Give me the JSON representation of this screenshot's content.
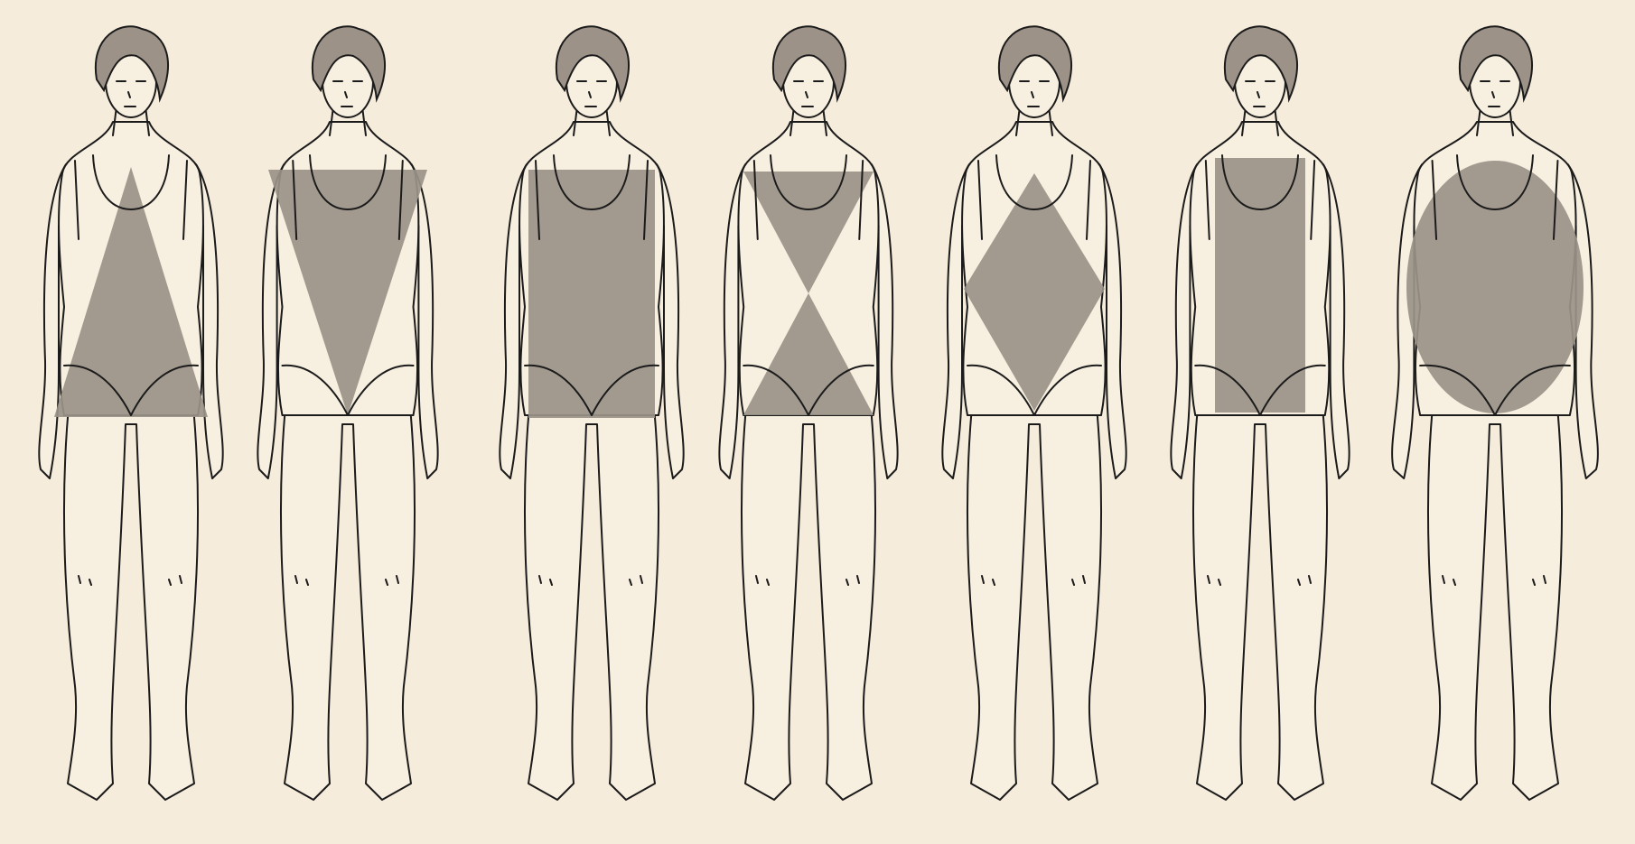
{
  "colors": {
    "background": "#f6ecdb",
    "figure_fill": "#f7efdf",
    "shape_overlay": "#9a9288",
    "line": "#1b1b1b",
    "hair": "#9c9287"
  },
  "figures": [
    {
      "shape": "triangle"
    },
    {
      "shape": "inverted-triangle"
    },
    {
      "shape": "rectangle"
    },
    {
      "shape": "hourglass"
    },
    {
      "shape": "diamond"
    },
    {
      "shape": "column"
    },
    {
      "shape": "round"
    }
  ]
}
